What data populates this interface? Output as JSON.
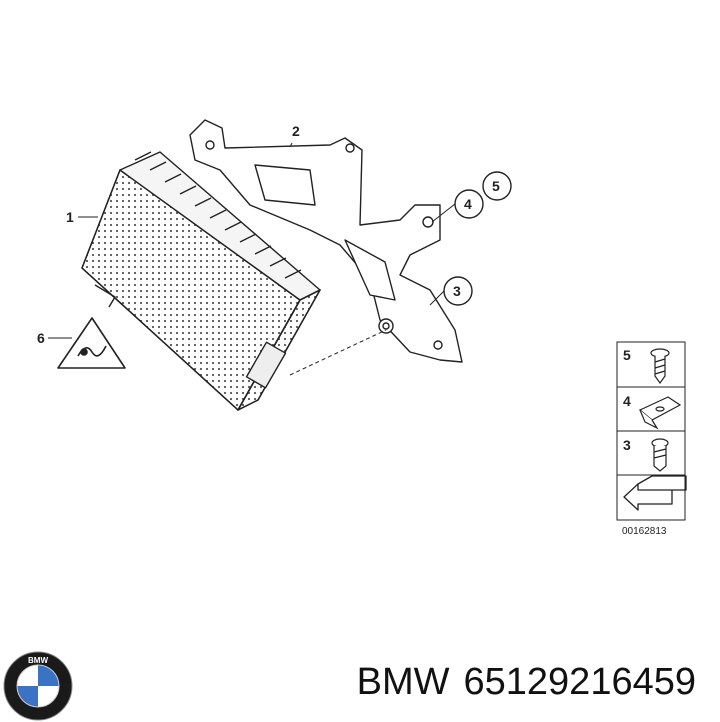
{
  "callouts": {
    "c1": "1",
    "c2": "2",
    "c3": "3",
    "c4": "4",
    "c5": "5",
    "c6": "6"
  },
  "legend": {
    "row1_num": "5",
    "row2_num": "4",
    "row3_num": "3",
    "reference": "00162813"
  },
  "logo": {
    "text": "BMW",
    "blue": "#3a73c4"
  },
  "caption": {
    "brand": "BMW",
    "part_number": "65129216459"
  }
}
